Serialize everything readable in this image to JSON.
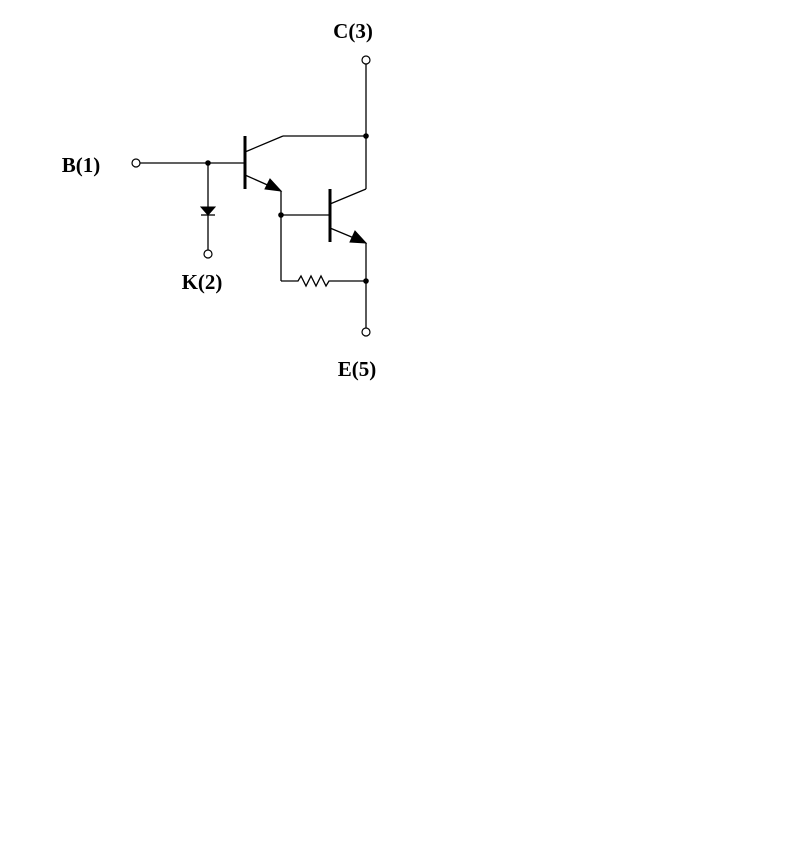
{
  "terminals": {
    "base": "B(1)",
    "cathode": "K(2)",
    "collector": "C(3)",
    "emitter": "E(5)"
  }
}
